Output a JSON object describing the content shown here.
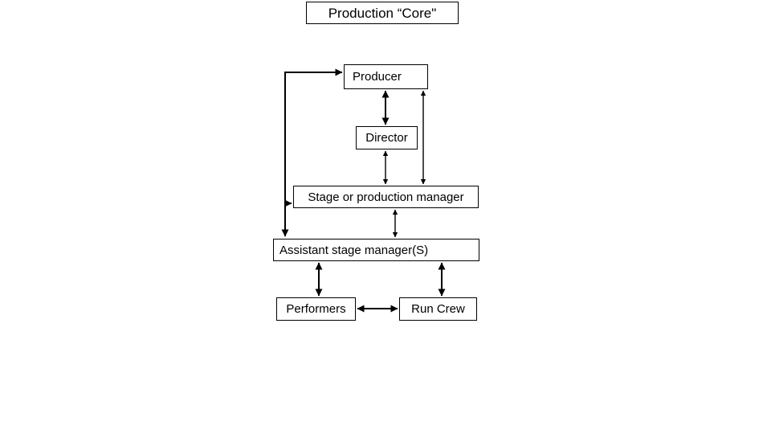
{
  "slide": {
    "background_color": "#ffffff"
  },
  "diagram": {
    "title": "Production “Core\"",
    "colors": {
      "line": "#000000",
      "box_border": "#000000",
      "box_fill": "#ffffff",
      "text": "#000000"
    },
    "nodes": {
      "producer": "Producer",
      "director": "Director",
      "stage_manager": "Stage or production manager",
      "assistant_stage_manager": "Assistant stage manager(S)",
      "performers": "Performers",
      "run_crew": "Run Crew"
    },
    "edges": [
      {
        "between": [
          "producer",
          "director"
        ],
        "arrows": "both",
        "weight": "thick"
      },
      {
        "between": [
          "director",
          "stage_manager"
        ],
        "arrows": "both",
        "weight": "thin"
      },
      {
        "between": [
          "producer",
          "stage_manager"
        ],
        "arrows": "both",
        "weight": "thin"
      },
      {
        "between": [
          "stage_manager",
          "assistant_stage_manager"
        ],
        "arrows": "both",
        "weight": "thin"
      },
      {
        "between": [
          "assistant_stage_manager",
          "performers"
        ],
        "arrows": "both",
        "weight": "thick"
      },
      {
        "between": [
          "assistant_stage_manager",
          "run_crew"
        ],
        "arrows": "both",
        "weight": "thick"
      },
      {
        "between": [
          "performers",
          "run_crew"
        ],
        "arrows": "both",
        "weight": "thick"
      },
      {
        "between": [
          "assistant_stage_manager",
          "producer"
        ],
        "arrows": "both",
        "weight": "thick",
        "route": "left elbow, with branch arrow into stage_manager"
      }
    ]
  }
}
